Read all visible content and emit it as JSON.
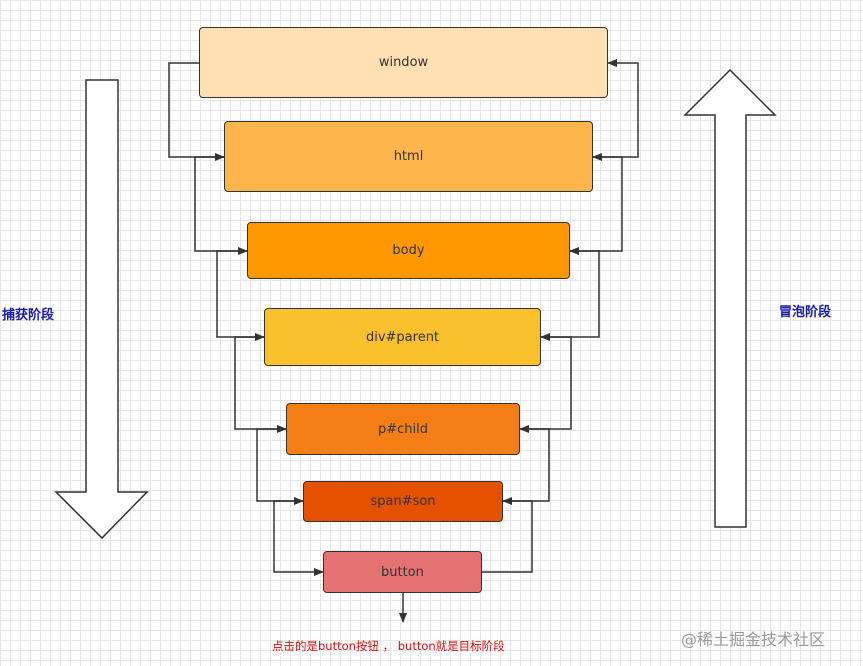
{
  "labels": {
    "capture_phase": "捕获阶段",
    "bubble_phase": "冒泡阶段",
    "caption": "点击的是button按钮 ， button就是目标阶段",
    "watermark": "@稀土掘金技术社区"
  },
  "nodes": [
    {
      "key": "window",
      "label": "window",
      "fill": "#ffe0b3"
    },
    {
      "key": "html",
      "label": "html",
      "fill": "#ffb74d"
    },
    {
      "key": "body",
      "label": "body",
      "fill": "#ff9800"
    },
    {
      "key": "div-parent",
      "label": "div#parent",
      "fill": "#fbc02d"
    },
    {
      "key": "p-child",
      "label": "p#child",
      "fill": "#f57f17"
    },
    {
      "key": "span-son",
      "label": "span#son",
      "fill": "#e65100"
    },
    {
      "key": "button",
      "label": "button",
      "fill": "#e57373"
    }
  ],
  "colors": {
    "line": "#333333",
    "label": "#1a1aa6",
    "caption": "#d01010",
    "watermark": "#9a9a9a"
  }
}
